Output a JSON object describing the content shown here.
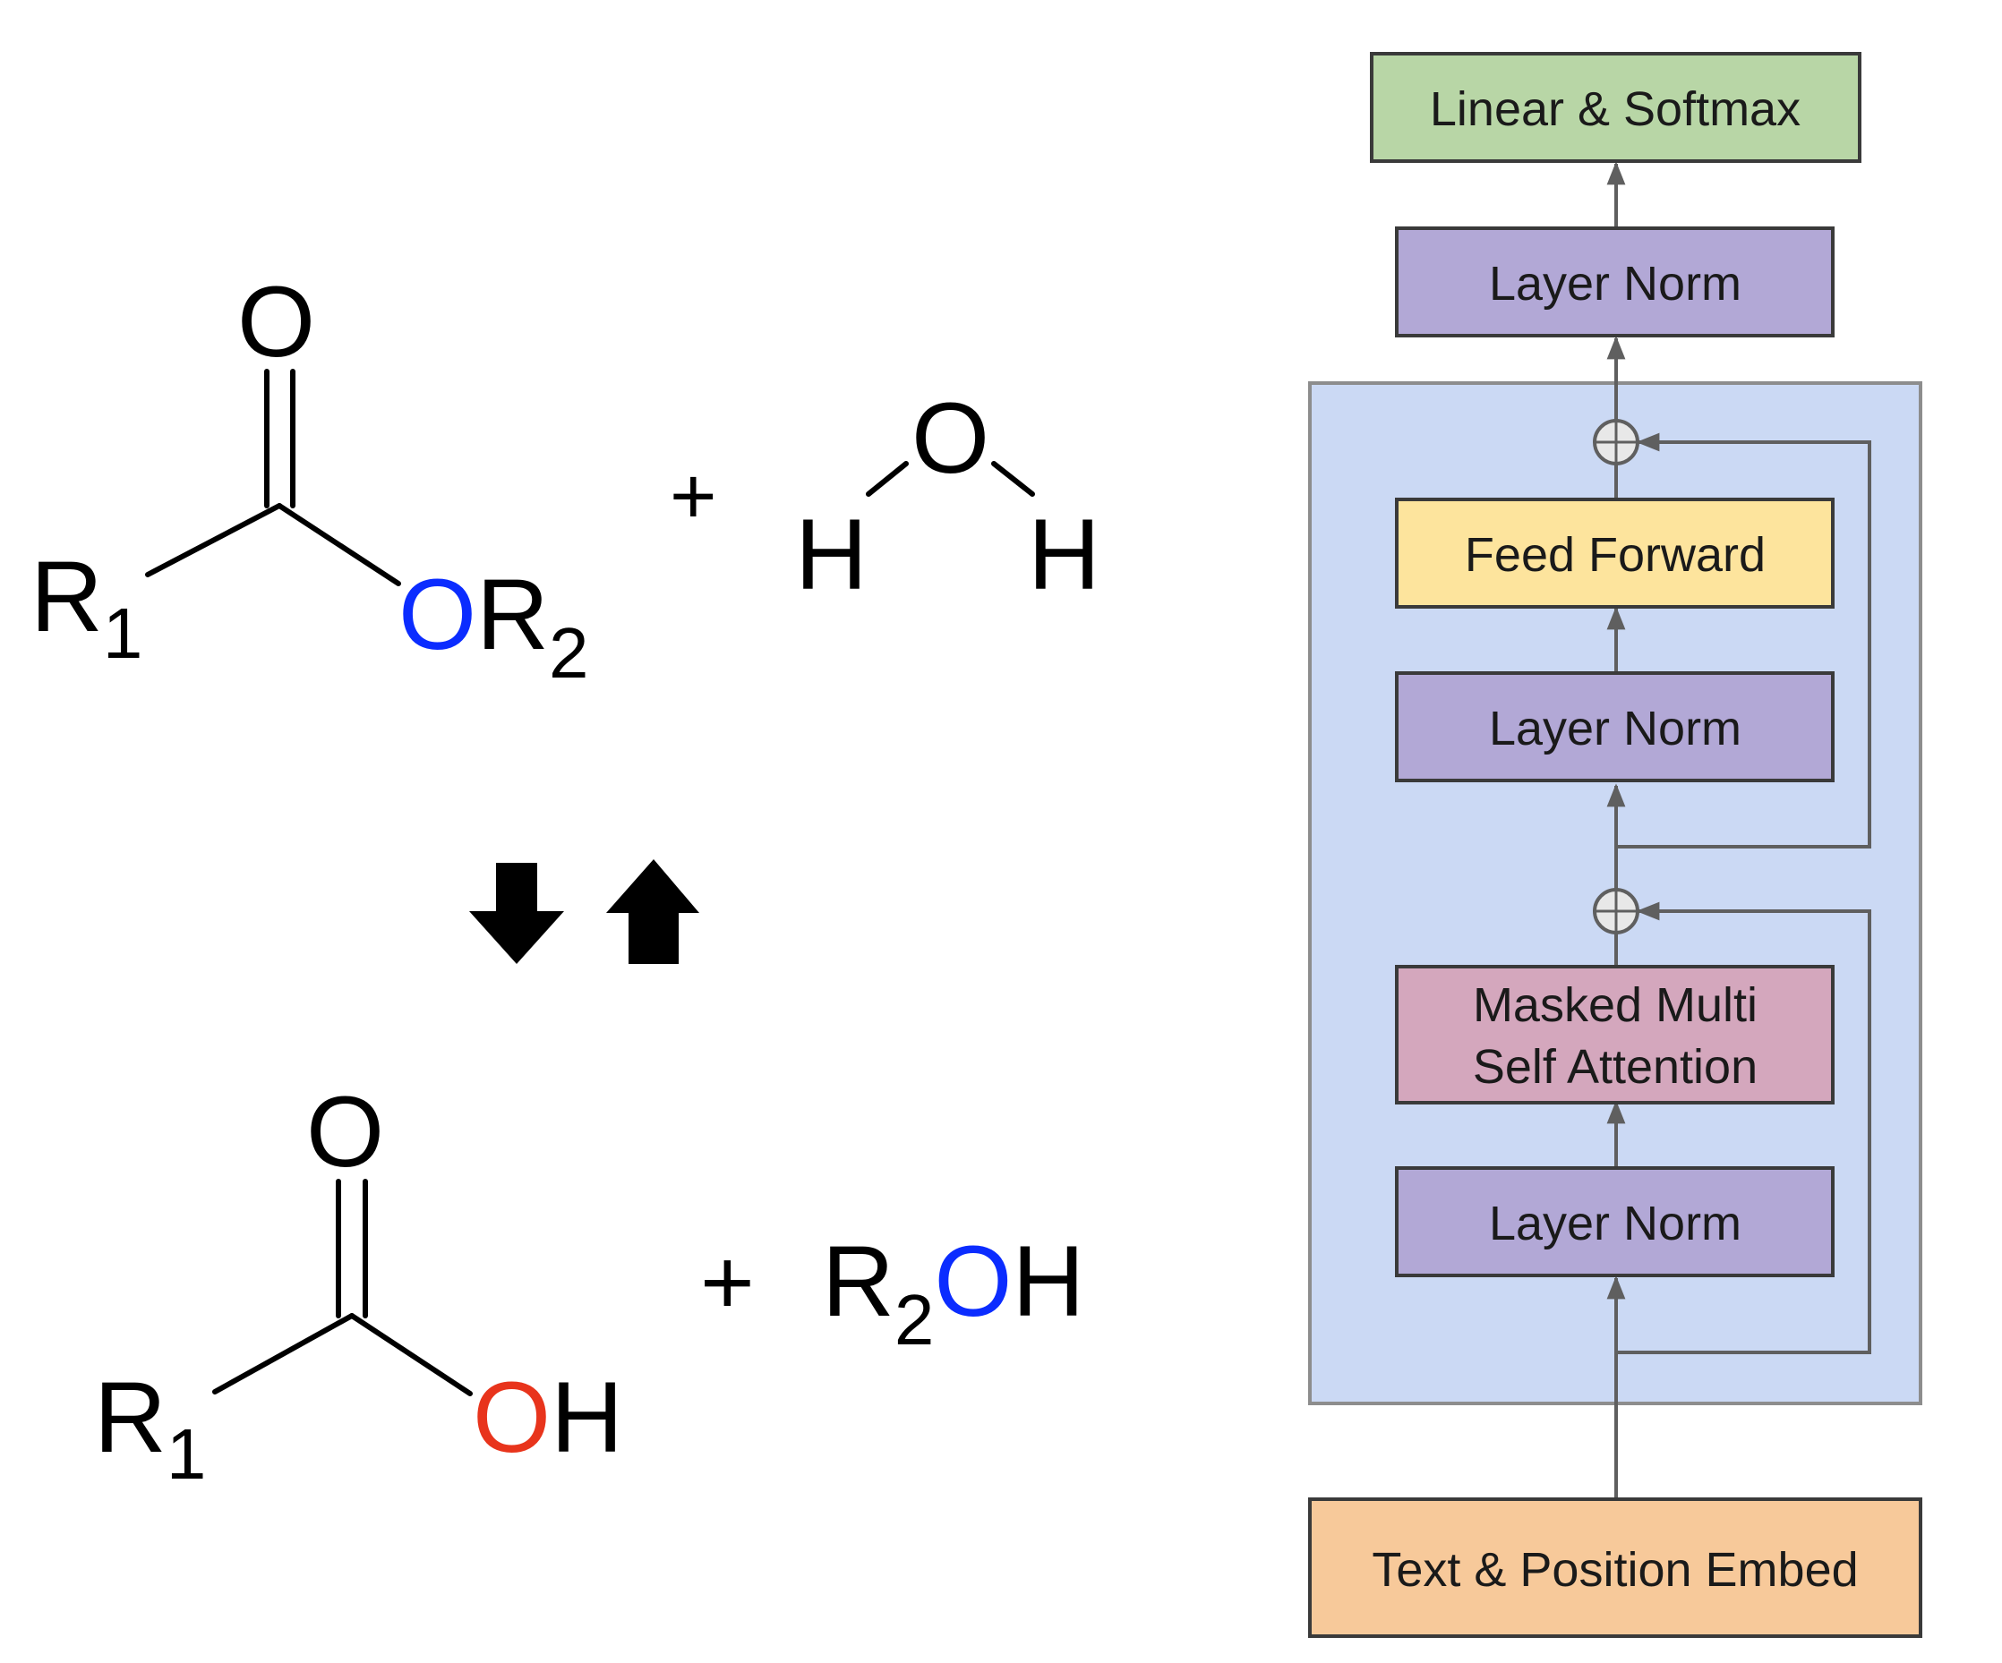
{
  "reaction": {
    "reactant_ester": {
      "carbonyl_o": "O",
      "r1": "R",
      "r1_sub": "1",
      "ester_o": "O",
      "r2": "R",
      "r2_sub": "2"
    },
    "plus_1": "+",
    "water": {
      "o": "O",
      "h_left": "H",
      "h_right": "H"
    },
    "product_acid": {
      "carbonyl_o": "O",
      "r1": "R",
      "r1_sub": "1",
      "hydroxyl_o": "O",
      "hydroxyl_h": "H"
    },
    "plus_2": "+",
    "alcohol": {
      "r": "R",
      "r_sub": "2",
      "o": "O",
      "h": "H"
    },
    "colors": {
      "ester_oxygen": "#0b2cff",
      "water_oxygen": "#e8341c",
      "bond": "#000000"
    }
  },
  "architecture": {
    "blocks": {
      "linear_softmax": "Linear & Softmax",
      "final_layer_norm": "Layer Norm",
      "feed_forward": "Feed Forward",
      "ffn_layer_norm": "Layer Norm",
      "attention_line1": "Masked Multi",
      "attention_line2": "Self Attention",
      "attention_layer_norm": "Layer Norm",
      "embed": "Text & Position Embed"
    },
    "colors": {
      "linear_softmax": "#b8d6a6",
      "layer_norm": "#b2a8d6",
      "feed_forward": "#fde49d",
      "attention": "#d4a7bd",
      "embed": "#f7c99a",
      "decoder_block": "#cbd9f4",
      "arrow": "#5f5f5f"
    }
  }
}
